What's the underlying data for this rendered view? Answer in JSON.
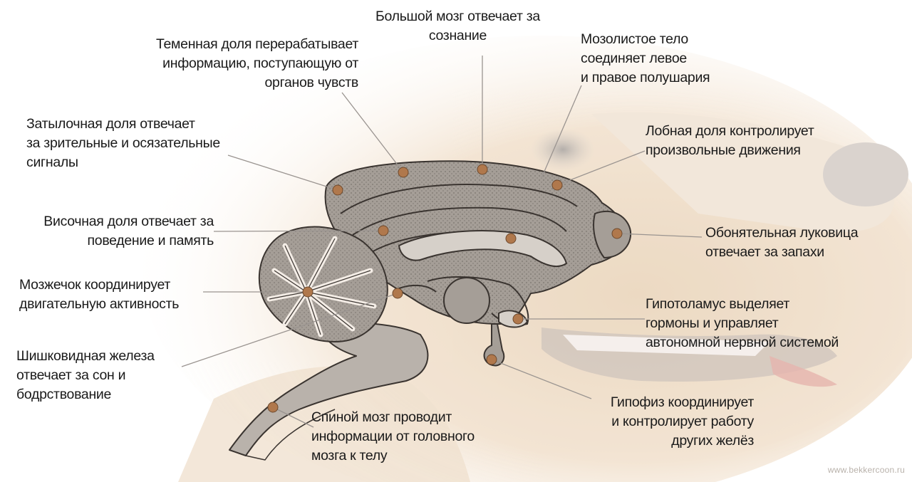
{
  "colors": {
    "fur_light": "#f4e7d7",
    "fur_mid": "#e8cfb1",
    "fur_dark": "#c79a72",
    "brain_fill": "#a59e97",
    "brain_light": "#d6d0c9",
    "brain_stroke": "#3a3430",
    "marker": "#b0784c",
    "leader_line": "#9a9490",
    "text": "#1a1a1a"
  },
  "icons": {
    "background": "dog-head-photo",
    "illustration": "dog-brain-sagittal-section"
  },
  "labels": {
    "cerebrum": [
      "Большой мозг отвечает за",
      "сознание"
    ],
    "parietal": [
      "Теменная доля перерабатывает",
      "информацию, поступающую от",
      "органов чувств"
    ],
    "corpus_callosum": [
      "Мозолистое тело",
      "соединяет левое",
      "и правое полушария"
    ],
    "occipital": [
      "Затылочная доля отвечает",
      "за зрительные и осязательные",
      "сигналы"
    ],
    "frontal": [
      "Лобная доля контролирует",
      "произвольные движения"
    ],
    "temporal": [
      "Височная доля отвечает за",
      "поведение и память"
    ],
    "olfactory": [
      "Обонятельная луковица",
      "отвечает за запахи"
    ],
    "cerebellum": [
      "Мозжечок координирует",
      "двигательную активность"
    ],
    "hypothalamus": [
      "Гипотоламус выделяет",
      "гормоны и управляет",
      "автономной нервной системой"
    ],
    "pineal": [
      "Шишковидная железа",
      "отвечает за сон и",
      "бодрствование"
    ],
    "spinal_cord": [
      "Спиной мозг проводит",
      "информации от головного",
      "мозга к телу"
    ],
    "pituitary": [
      "Гипофиз координирует",
      "и контролирует работу",
      "других желёз"
    ]
  },
  "watermark": "www.bekkercoon.ru"
}
